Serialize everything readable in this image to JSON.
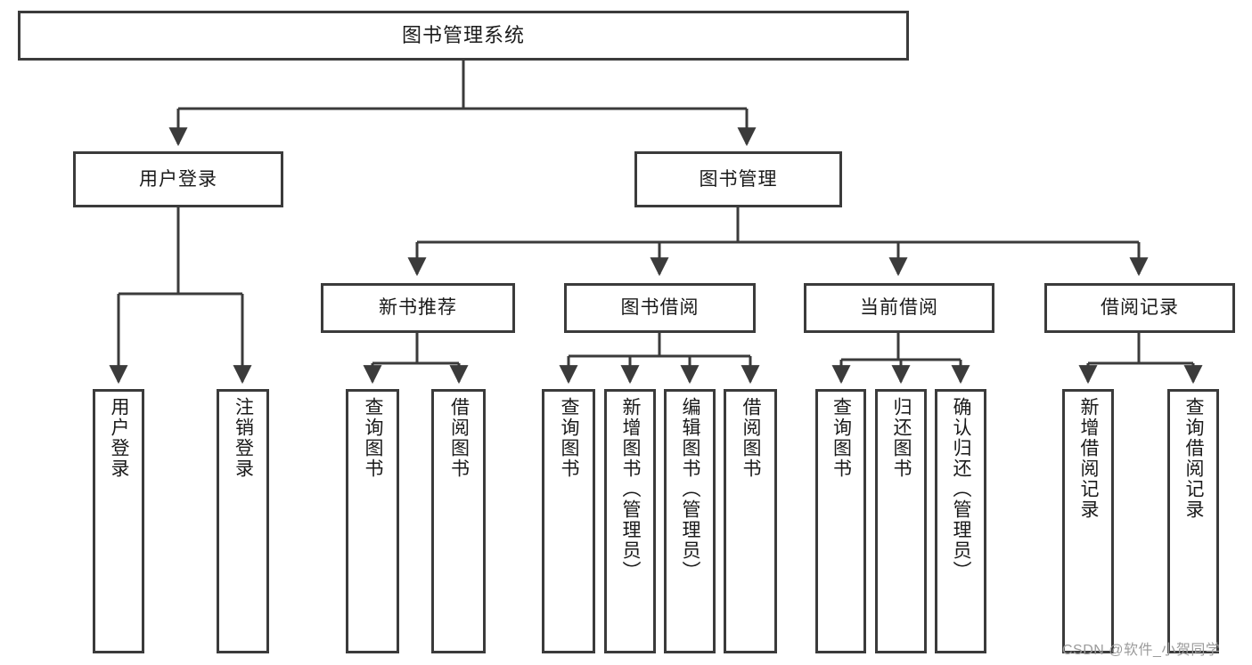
{
  "diagram": {
    "title": "图书管理系统",
    "root": {
      "label": "图书管理系统"
    },
    "level1": [
      {
        "label": "用户登录"
      },
      {
        "label": "图书管理"
      }
    ],
    "level2": [
      {
        "label": "新书推荐"
      },
      {
        "label": "图书借阅"
      },
      {
        "label": "当前借阅"
      },
      {
        "label": "借阅记录"
      }
    ],
    "leaves": [
      {
        "label": "用户登录",
        "parent": "用户登录"
      },
      {
        "label": "注销登录",
        "parent": "用户登录"
      },
      {
        "label": "查询图书",
        "parent": "新书推荐"
      },
      {
        "label": "借阅图书",
        "parent": "新书推荐"
      },
      {
        "label": "查询图书",
        "parent": "图书借阅"
      },
      {
        "label": "新增图书（管理员）",
        "parent": "图书借阅"
      },
      {
        "label": "编辑图书（管理员）",
        "parent": "图书借阅"
      },
      {
        "label": "借阅图书",
        "parent": "图书借阅"
      },
      {
        "label": "查询图书",
        "parent": "当前借阅"
      },
      {
        "label": "归还图书",
        "parent": "当前借阅"
      },
      {
        "label": "确认归还（管理员）",
        "parent": "当前借阅"
      },
      {
        "label": "新增借阅记录",
        "parent": "借阅记录"
      },
      {
        "label": "查询借阅记录",
        "parent": "借阅记录"
      }
    ]
  },
  "watermark": {
    "text": "CSDN @软件_小贺同学"
  },
  "colors": {
    "stroke": "#3b3b3b",
    "background": "#ffffff",
    "text": "#1a1a1a",
    "watermark": "#9b9b9b"
  }
}
